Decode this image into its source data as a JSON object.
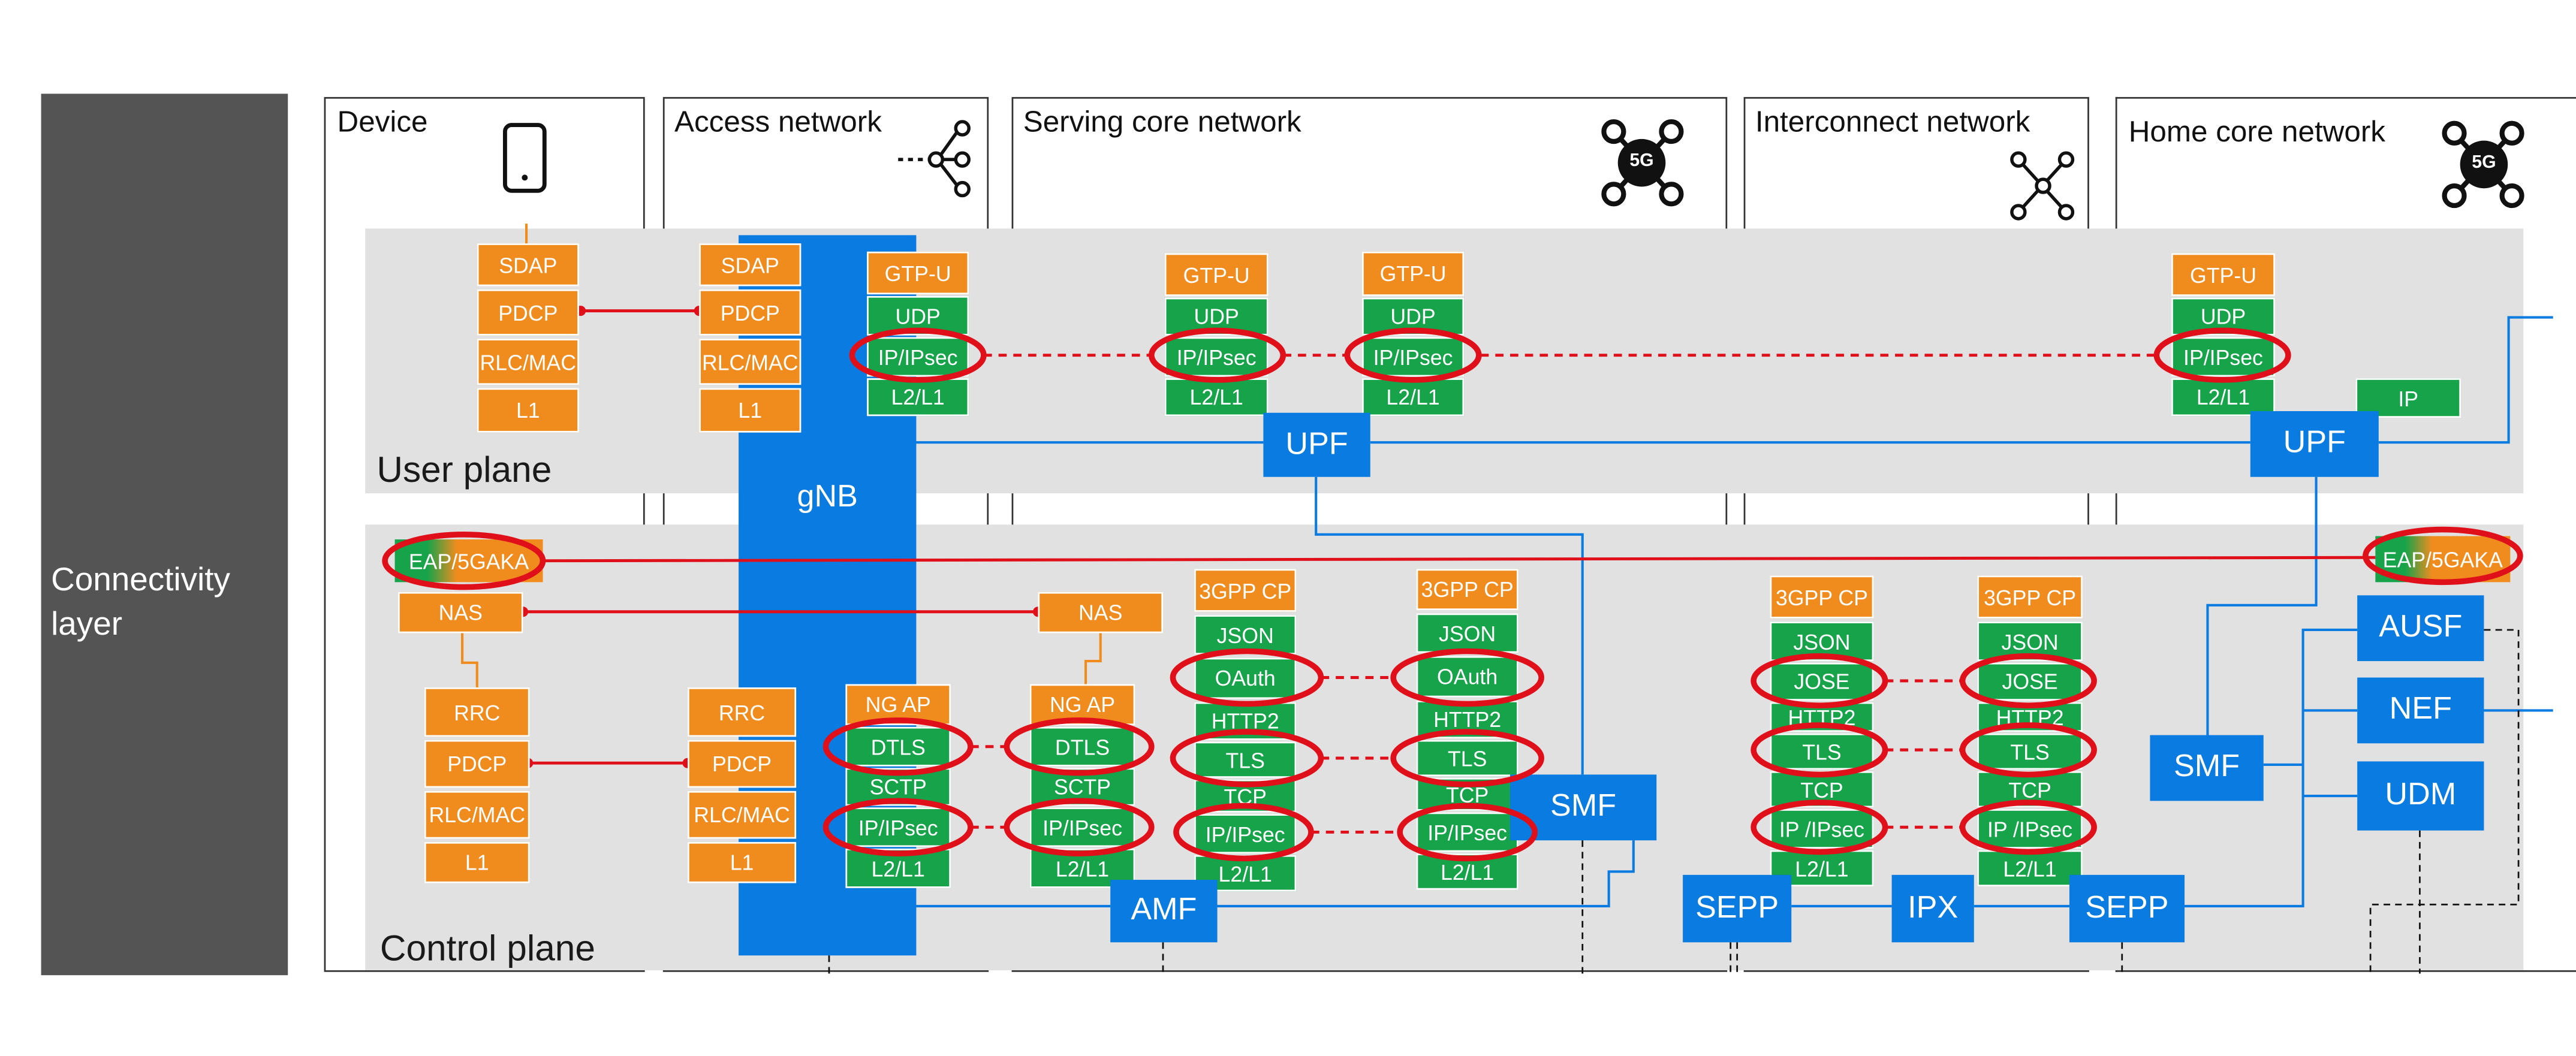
{
  "sidebar": {
    "label": "Connectivity\nlayer"
  },
  "panels": {
    "device": "Device",
    "access": "Access network",
    "serving": "Serving core network",
    "interconnect": "Interconnect network",
    "home": "Home core network"
  },
  "bands": {
    "user": "User plane",
    "control": "Control plane"
  },
  "icons": {
    "device": "smartphone-icon",
    "access": "network-tree-icon",
    "serving": "5g-core-icon",
    "serving_badge": "5G",
    "interconnect": "interconnect-hub-icon",
    "home": "5g-core-icon",
    "home_badge": "5G"
  },
  "protocols": {
    "sdap": "SDAP",
    "pdcp": "PDCP",
    "rlcmac": "RLC/MAC",
    "l1": "L1",
    "gtpu": "GTP-U",
    "udp": "UDP",
    "ipipsec": "IP/IPsec",
    "ipipsec_spaced": "IP /IPsec",
    "l2l1": "L2/L1",
    "ip": "IP",
    "eap": "EAP/5GAKA",
    "nas": "NAS",
    "rrc": "RRC",
    "ngap": "NG AP",
    "dtls": "DTLS",
    "sctp": "SCTP",
    "cp3gpp": "3GPP CP",
    "json": "JSON",
    "oauth": "OAuth",
    "http2": "HTTP2",
    "tls": "TLS",
    "tcp": "TCP",
    "jose": "JOSE"
  },
  "nfs": {
    "gnb": "gNB",
    "upf": "UPF",
    "smf": "SMF",
    "amf": "AMF",
    "sepp": "SEPP",
    "ipx": "IPX",
    "ausf": "AUSF",
    "nef": "NEF",
    "udm": "UDM"
  },
  "colors": {
    "user_plane_protocol": "#f08c1e",
    "transport_protocol": "#16a34a",
    "network_function": "#0a7be0",
    "security_highlight": "#e0101b",
    "band": "#e1e1e1",
    "sidebar": "#545454"
  }
}
